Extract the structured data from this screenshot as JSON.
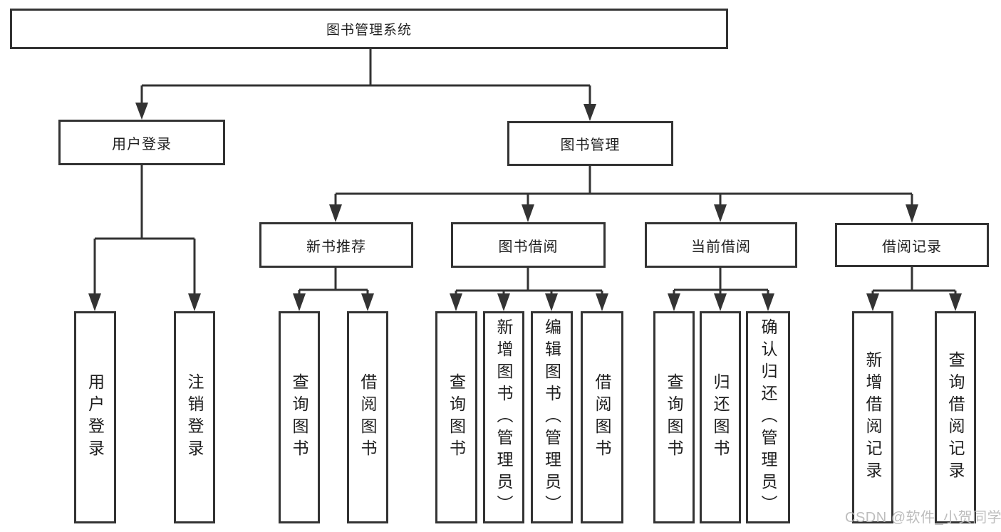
{
  "diagram": {
    "watermark": "CSDN @软件_小贺同学",
    "colors": {
      "line": "#333333",
      "box_border": "#333333",
      "box_bg": "#ffffff",
      "text": "#1f1f1f",
      "watermark": "#b8b8b8"
    },
    "tree": {
      "root": {
        "label": "图书管理系统"
      },
      "level2": [
        {
          "label": "用户登录"
        },
        {
          "label": "图书管理"
        }
      ],
      "level3": [
        {
          "label": "新书推荐"
        },
        {
          "label": "图书借阅"
        },
        {
          "label": "当前借阅"
        },
        {
          "label": "借阅记录"
        }
      ],
      "leaves": {
        "user_login": [
          "用户登录",
          "注销登录"
        ],
        "new_book": [
          "查询图书",
          "借阅图书"
        ],
        "book_borrow": [
          "查询图书",
          "新增图书（管理员）",
          "编辑图书（管理员）",
          "借阅图书"
        ],
        "current_borrow": [
          "查询图书",
          "归还图书",
          "确认归还（管理员）"
        ],
        "borrow_record": [
          "新增借阅记录",
          "查询借阅记录"
        ]
      }
    }
  }
}
